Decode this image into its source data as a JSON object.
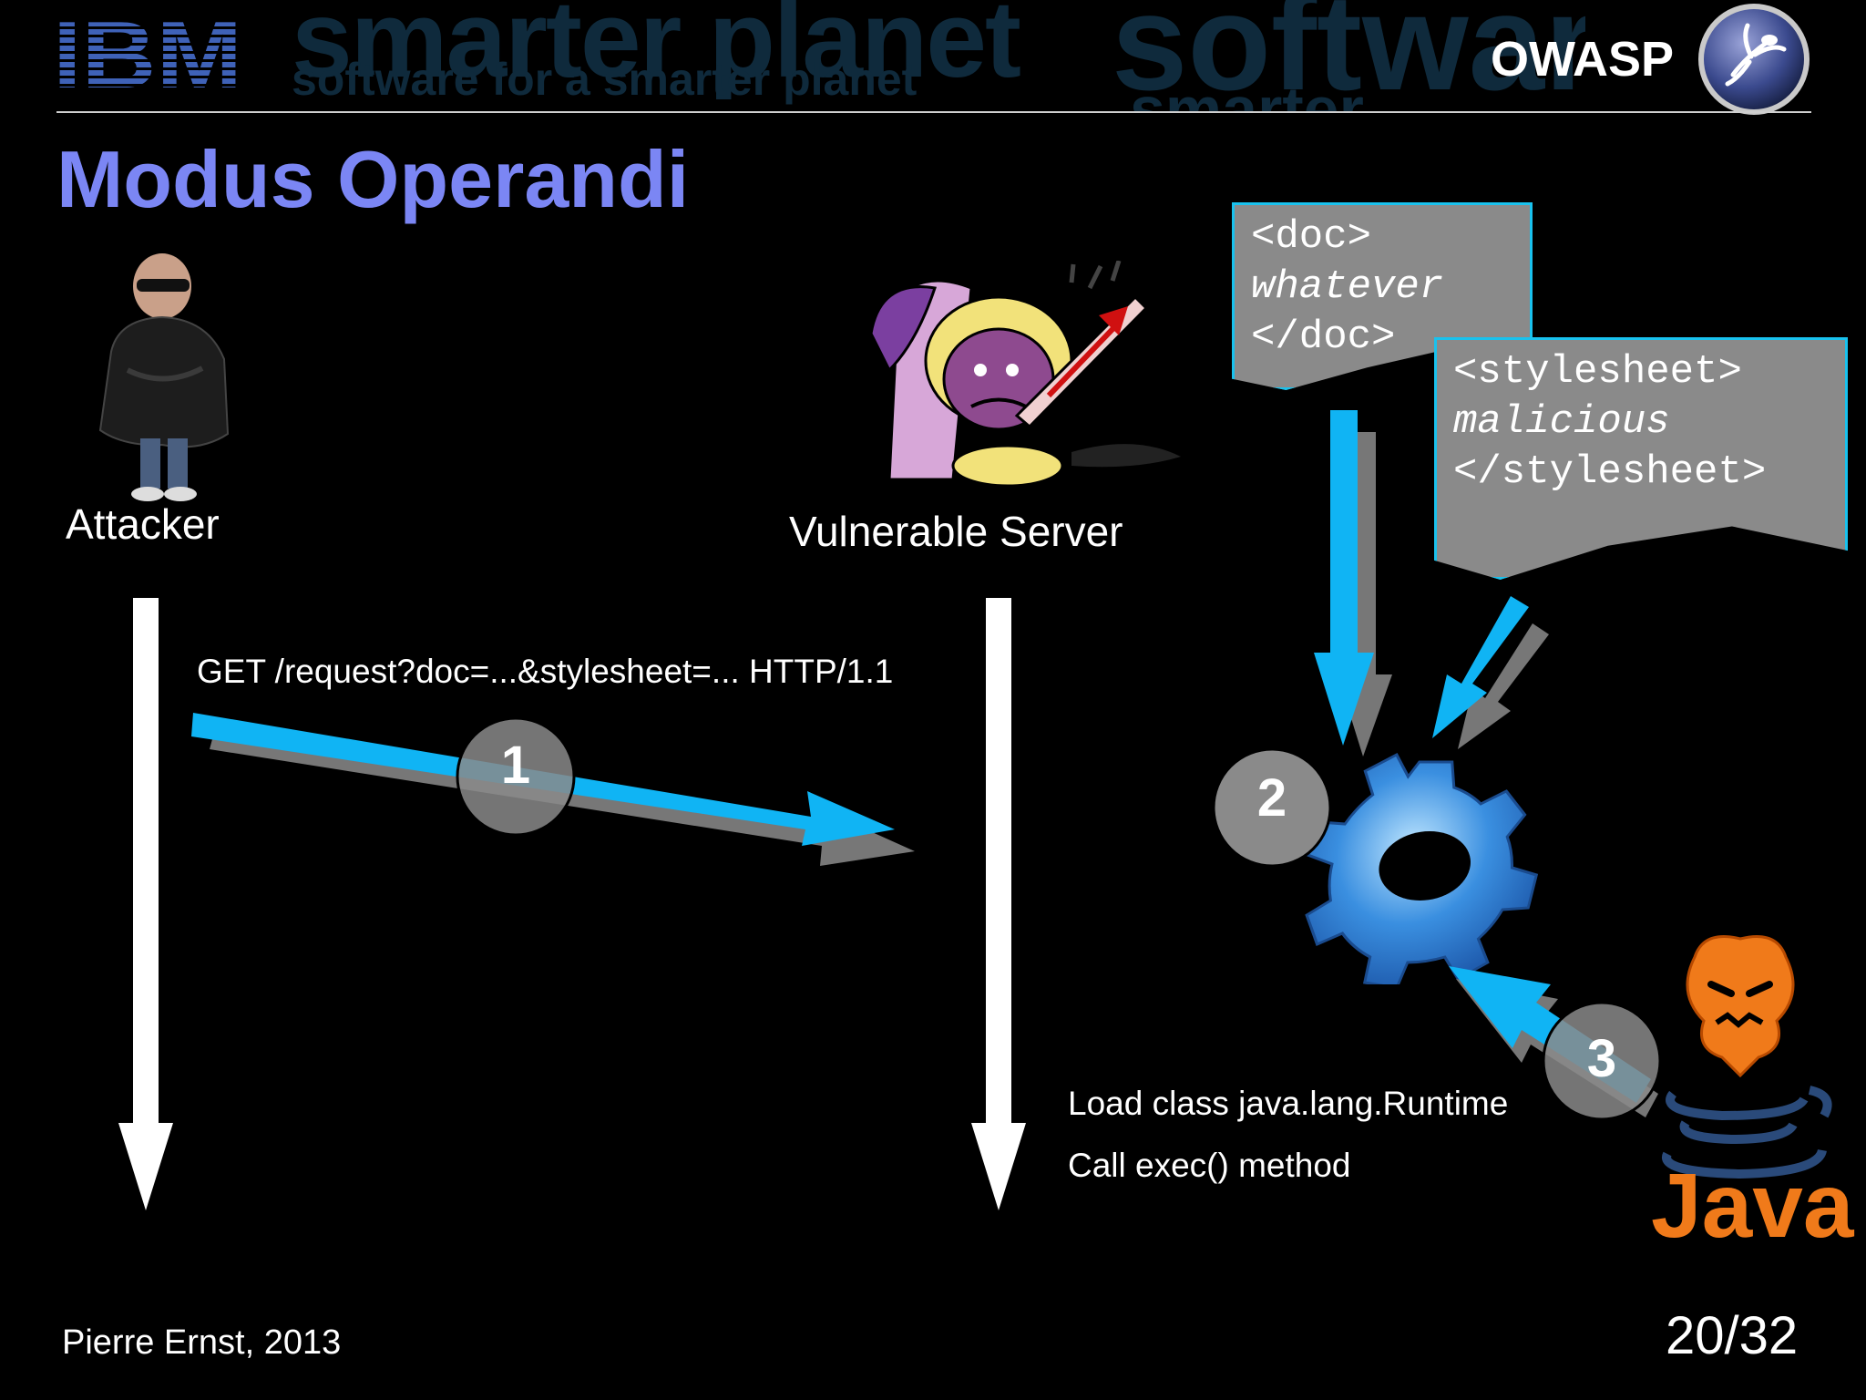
{
  "header": {
    "background_text": [
      "smarter planet",
      "software for a smarter planet",
      "software",
      "smarter"
    ],
    "owasp_label": "OWASP",
    "brand_color": "#7b86f4"
  },
  "title": "Modus Operandi",
  "actors": {
    "attacker": "Attacker",
    "server": "Vulnerable  Server"
  },
  "steps": {
    "step1": {
      "number": "1",
      "request": "GET /request?doc=...&stylesheet=... HTTP/1.1"
    },
    "step2": {
      "number": "2"
    },
    "step3": {
      "number": "3",
      "line1": "Load class java.lang.Runtime",
      "line2": "Call exec() method"
    }
  },
  "documents": {
    "doc": {
      "open": "<doc>",
      "content": "whatever",
      "close": "</doc>"
    },
    "stylesheet": {
      "open": "<stylesheet>",
      "content": "malicious",
      "close": "</stylesheet>"
    }
  },
  "java_label": "Java",
  "footer": {
    "author": "Pierre Ernst, 2013",
    "page": "20/32"
  },
  "colors": {
    "arrow_blue": "#10b4f4",
    "shadow_gray": "#777777",
    "circle_gray": "#8a8a8a",
    "java_orange": "#f07a1a"
  }
}
